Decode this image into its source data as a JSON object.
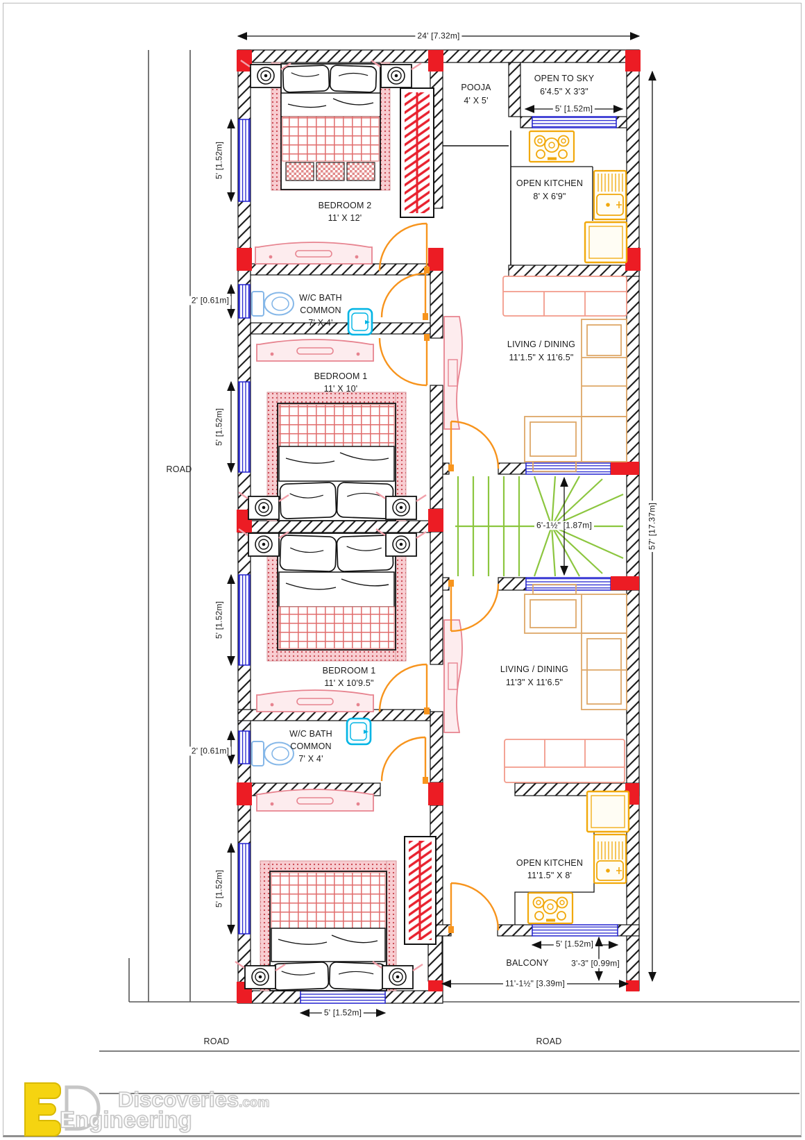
{
  "dims": {
    "width_top": "24' [7.32m]",
    "height_right": "57' [17.37m]",
    "window_5ft": "5' [1.52m]",
    "window_2ft": "2' [0.61m]",
    "stairwell": "6'-1½\" [1.87m]",
    "balcony_width": "11'-1½\" [3.39m]",
    "balcony_depth": "3'-3\" [0.99m]"
  },
  "rooms": {
    "pooja": {
      "name": "POOJA",
      "size": "4' X 5'"
    },
    "open_to_sky": {
      "name": "OPEN TO SKY",
      "size": "6'4.5\" X 3'3\""
    },
    "open_kitchen_upper": {
      "name": "OPEN KITCHEN",
      "size": "8' X 6'9\""
    },
    "bedroom_2": {
      "name": "BEDROOM 2",
      "size": "11' X 12'"
    },
    "wc_bath": {
      "line1": "W/C BATH",
      "line2": "COMMON",
      "size": "7' X 4'"
    },
    "living_dining_upper": {
      "name": "LIVING / DINING",
      "size": "11'1.5\" X 11'6.5\""
    },
    "bedroom_1_upper": {
      "name": "BEDROOM 1",
      "size": "11' X 10'"
    },
    "bedroom_1_lower": {
      "name": "BEDROOM 1",
      "size": "11' X 10'9.5\""
    },
    "living_dining_lower": {
      "name": "LIVING / DINING",
      "size": "11'3\" X 11'6.5\""
    },
    "open_kitchen_lower": {
      "name": "OPEN KITCHEN",
      "size": "11'1.5\" X 8'"
    },
    "balcony": {
      "name": "BALCONY"
    }
  },
  "roads": {
    "label": "ROAD"
  },
  "watermark": {
    "line1": "Engineering",
    "line2": "Discoveries",
    "suffix": ".com"
  },
  "colors": {
    "wall_red": "#ec1c24",
    "door_orange": "#f7941d",
    "window_blue": "#2323cf",
    "stair_green": "#8cc63f",
    "kitchen_yellow": "#f1a80a",
    "fixture_cyan": "#00b4e4",
    "furniture_pink": "#e7838f",
    "sofa_salmon": "#f29a8a",
    "sofa_tan": "#dea768"
  }
}
